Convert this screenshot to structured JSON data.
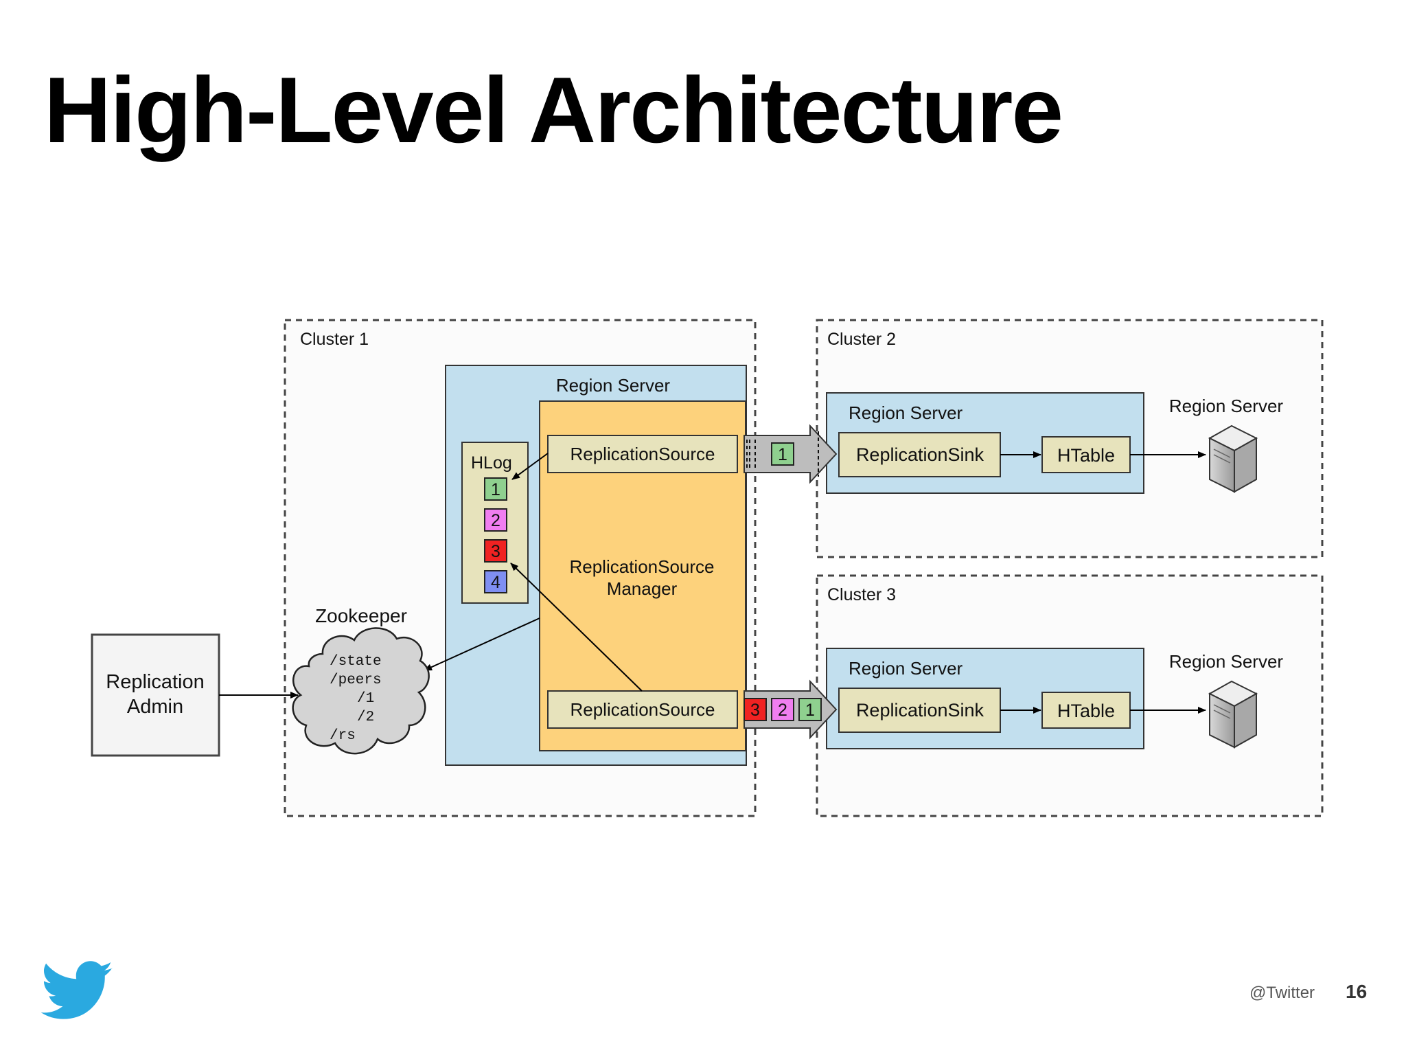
{
  "slide": {
    "title": "High-Level Architecture",
    "footer_handle": "@Twitter",
    "page_number": "16"
  },
  "diagram": {
    "cluster1": {
      "label": "Cluster 1",
      "region_server": {
        "label": "Region Server",
        "hlog": {
          "label": "HLog",
          "entries": [
            "1",
            "2",
            "3",
            "4"
          ]
        },
        "source_manager": {
          "line1": "ReplicationSource",
          "line2": "Manager"
        },
        "source_top": "ReplicationSource",
        "source_bottom": "ReplicationSource"
      },
      "zookeeper": {
        "label": "Zookeeper",
        "paths": [
          "/state",
          "/peers",
          "/1",
          "/2",
          "/rs"
        ]
      }
    },
    "replication_admin": {
      "line1": "Replication",
      "line2": "Admin"
    },
    "cluster2": {
      "label": "Cluster 2",
      "region_server": {
        "label": "Region Server",
        "sink": "ReplicationSink",
        "htable": "HTable"
      },
      "server_label": "Region Server",
      "shipped_entries": [
        "1"
      ]
    },
    "cluster3": {
      "label": "Cluster 3",
      "region_server": {
        "label": "Region Server",
        "sink": "ReplicationSink",
        "htable": "HTable"
      },
      "server_label": "Region Server",
      "shipped_entries": [
        "3",
        "2",
        "1"
      ]
    },
    "entry_colors": {
      "1": "#8fd08f",
      "2": "#f07ef0",
      "3": "#f02222",
      "4": "#7f8ff2"
    },
    "colors": {
      "region_server_fill": "#c2dfee",
      "manager_fill": "#fdd27c",
      "component_fill": "#e7e3bc",
      "hlog_fill": "#e7e3bc",
      "twitter_blue": "#2aa9e0"
    }
  }
}
